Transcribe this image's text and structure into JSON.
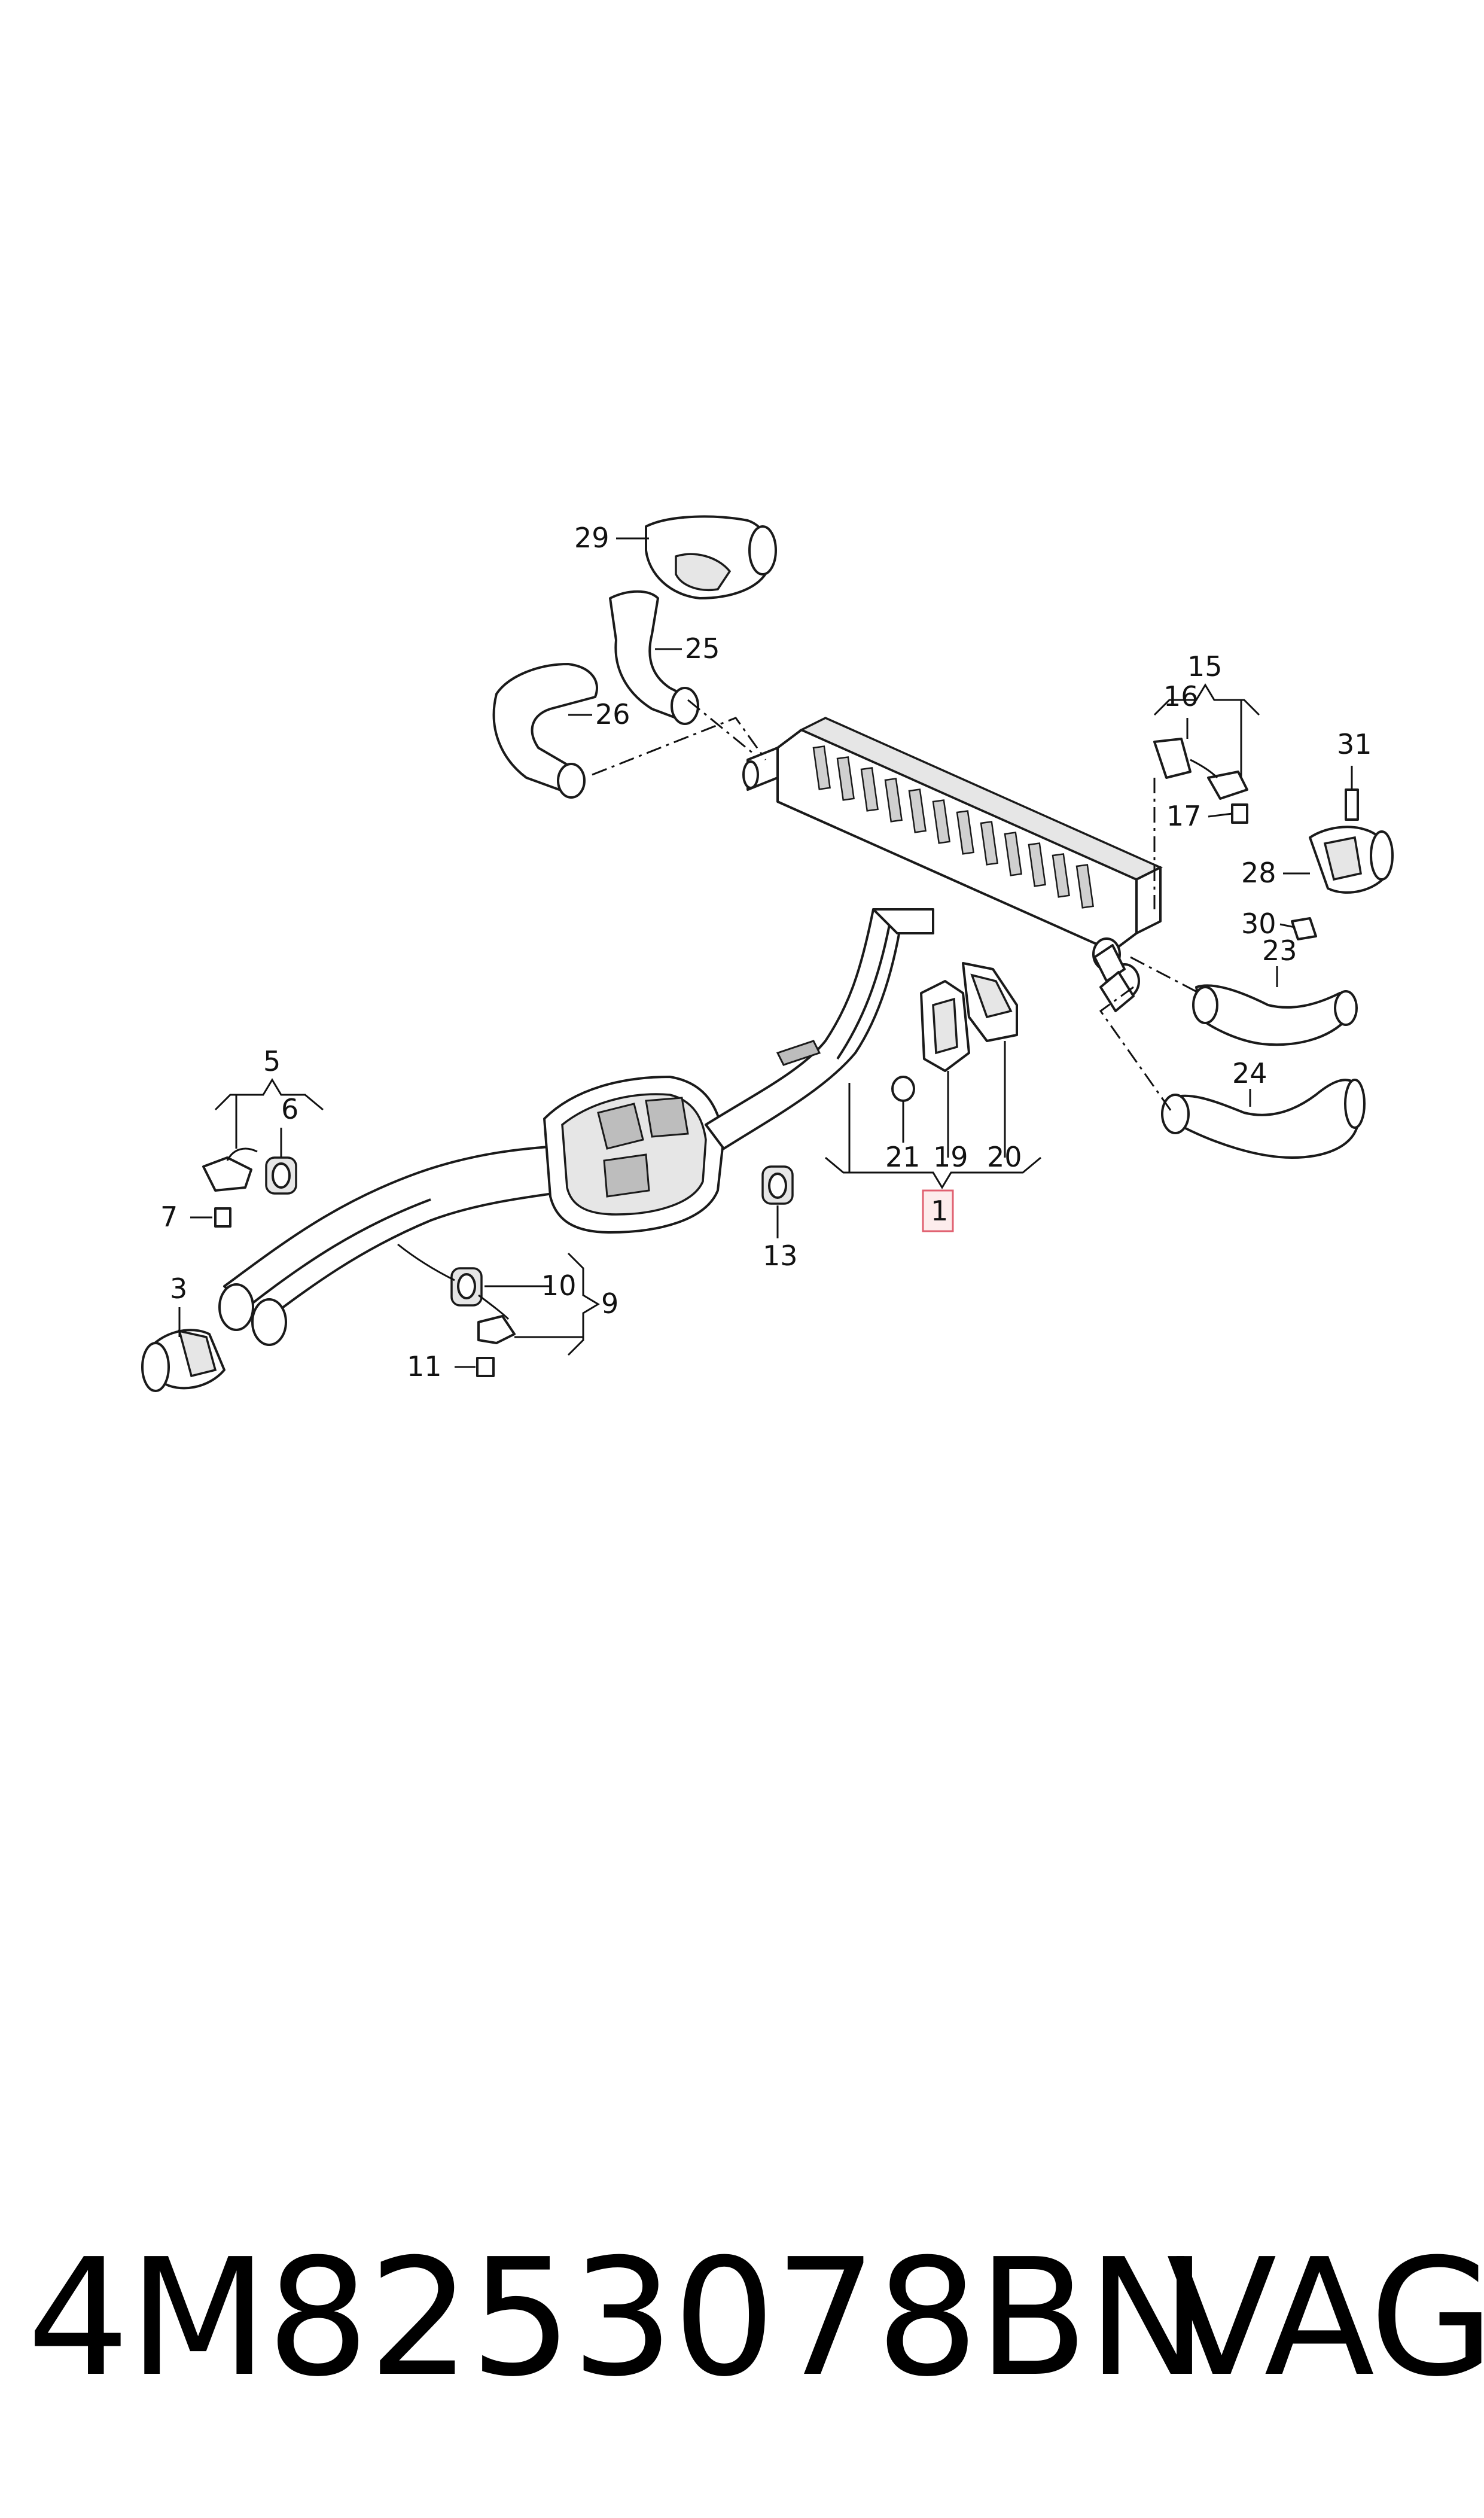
{
  "callouts": {
    "c1": "1",
    "c3": "3",
    "c5": "5",
    "c6": "6",
    "c7": "7",
    "c9": "9",
    "c10": "10",
    "c11": "11",
    "c13": "13",
    "c15": "15",
    "c16": "16",
    "c17": "17",
    "c19": "19",
    "c20": "20",
    "c21": "21",
    "c23": "23",
    "c24": "24",
    "c25": "25",
    "c26": "26",
    "c28": "28",
    "c29": "29",
    "c30": "30",
    "c31": "31"
  },
  "highlight_color": "#e06070",
  "footer": {
    "part_number": "4M8253078BN",
    "brand": "VAG"
  }
}
